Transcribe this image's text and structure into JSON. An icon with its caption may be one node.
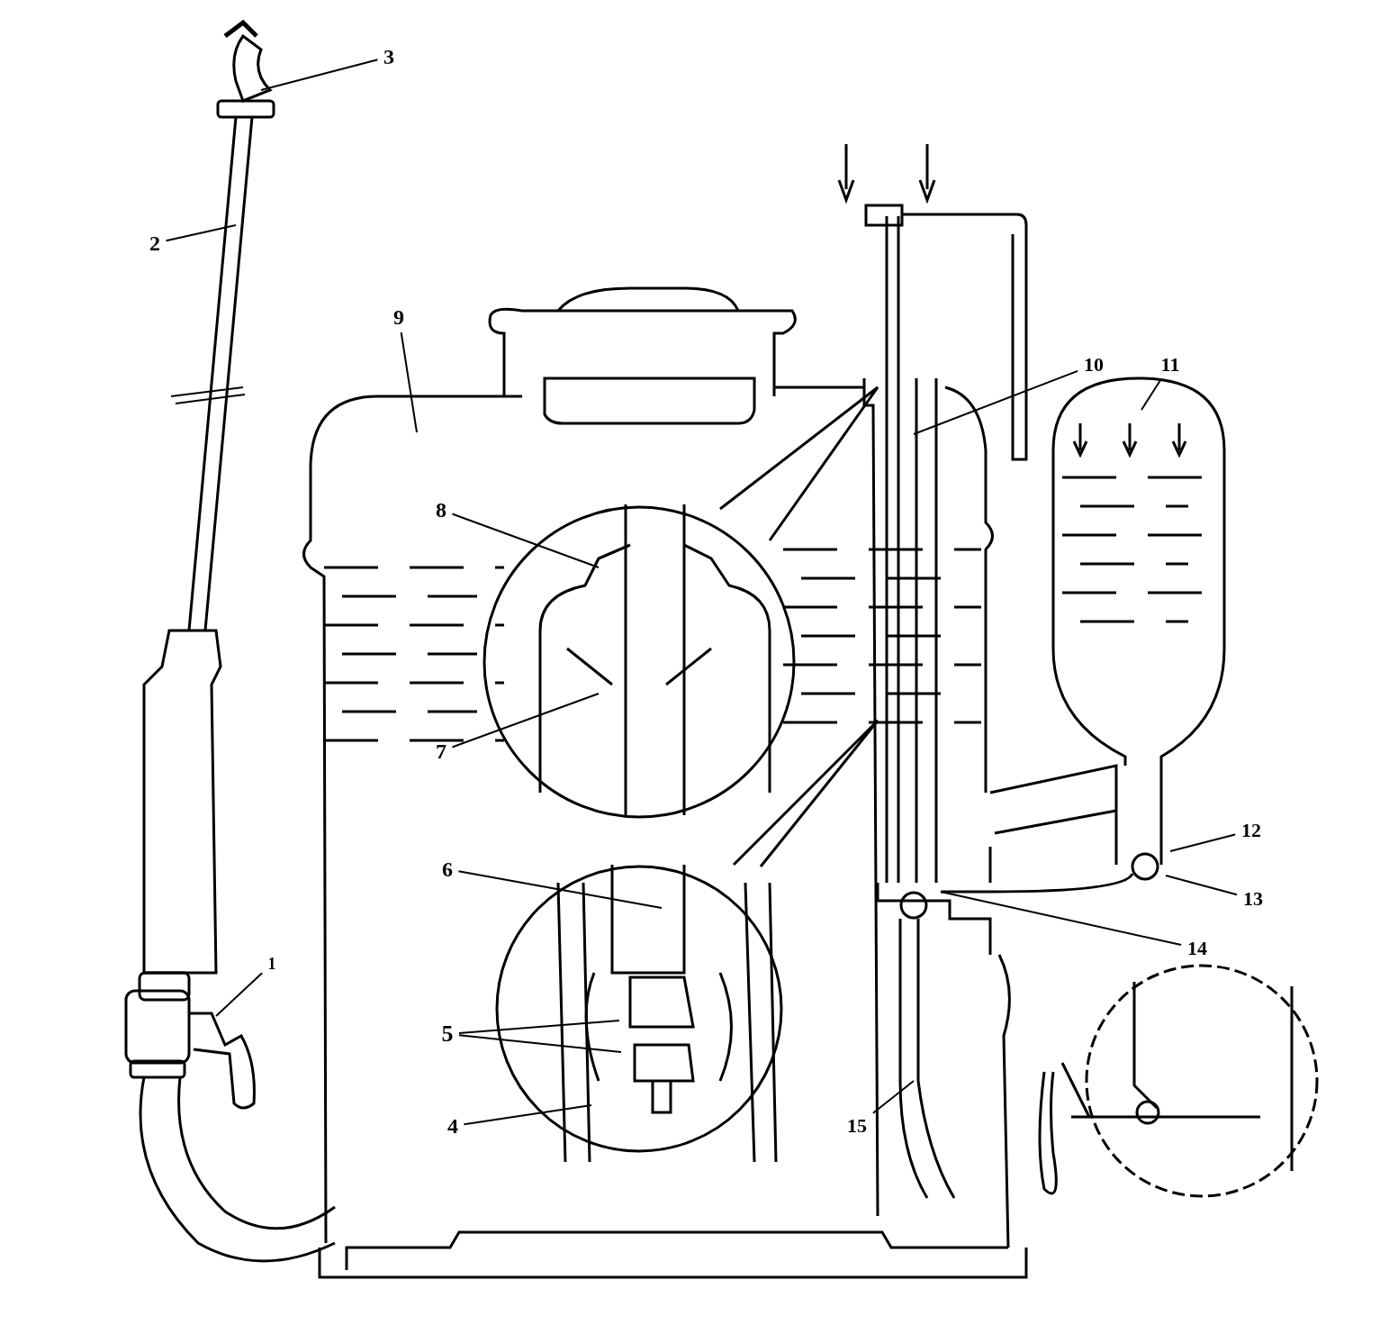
{
  "diagram": {
    "nodes": [
      {
        "text": [
          "1"
        ]
      },
      {
        "text": [
          "2"
        ]
      },
      {
        "text": [
          "3"
        ]
      },
      {
        "text": [
          "4"
        ]
      },
      {
        "text": [
          "5"
        ]
      },
      {
        "text": [
          "6"
        ]
      },
      {
        "text": [
          "7"
        ]
      },
      {
        "text": [
          "8"
        ]
      },
      {
        "text": [
          "9"
        ]
      },
      {
        "text": [
          "10"
        ]
      },
      {
        "text": [
          "11"
        ]
      },
      {
        "text": [
          "12"
        ]
      },
      {
        "text": [
          "13"
        ]
      },
      {
        "text": [
          "14"
        ]
      },
      {
        "text": [
          "15"
        ]
      }
    ],
    "edges": [
      {
        "from": 0,
        "to": null,
        "arrow": "none"
      },
      {
        "from": 1,
        "to": null,
        "arrow": "none"
      },
      {
        "from": 2,
        "to": null,
        "arrow": "none"
      },
      {
        "from": 3,
        "to": null,
        "arrow": "none"
      },
      {
        "from": 4,
        "to": null,
        "arrow": "none"
      },
      {
        "from": 4,
        "to": null,
        "arrow": "none"
      },
      {
        "from": 5,
        "to": null,
        "arrow": "none"
      },
      {
        "from": 6,
        "to": null,
        "arrow": "none"
      },
      {
        "from": 7,
        "to": null,
        "arrow": "none"
      },
      {
        "from": 8,
        "to": null,
        "arrow": "none"
      },
      {
        "from": 9,
        "to": null,
        "arrow": "none"
      },
      {
        "from": 10,
        "to": null,
        "arrow": "none"
      },
      {
        "from": 11,
        "to": null,
        "arrow": "none"
      },
      {
        "from": 12,
        "to": null,
        "arrow": "none"
      },
      {
        "from": 13,
        "to": null,
        "arrow": "none"
      },
      {
        "from": 14,
        "to": null,
        "arrow": "none"
      }
    ]
  }
}
